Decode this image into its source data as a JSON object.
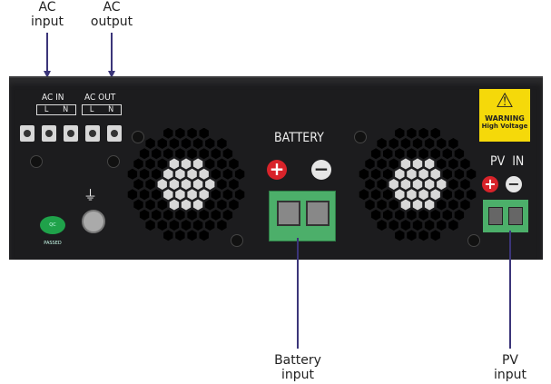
{
  "callouts": {
    "ac_input": [
      "AC",
      "input"
    ],
    "ac_output": [
      "AC",
      "output"
    ],
    "battery_input": [
      "Battery",
      "input"
    ],
    "pv_input": [
      "PV",
      "input"
    ]
  },
  "panel": {
    "ac_in": "AC IN",
    "ac_out": "AC OUT",
    "l": "L",
    "n": "N",
    "battery": "BATTERY",
    "pv_in": "PV  IN",
    "warning_title": "WARNING",
    "warning_sub": "High Voltage",
    "qc": "QC PASSED"
  },
  "colors": {
    "callout_line": "#3b3579",
    "terminal_green": "#4caf6a",
    "plus_red": "#d8232a",
    "warning_yellow": "#f5d90a",
    "chassis": "#1c1c1e"
  }
}
